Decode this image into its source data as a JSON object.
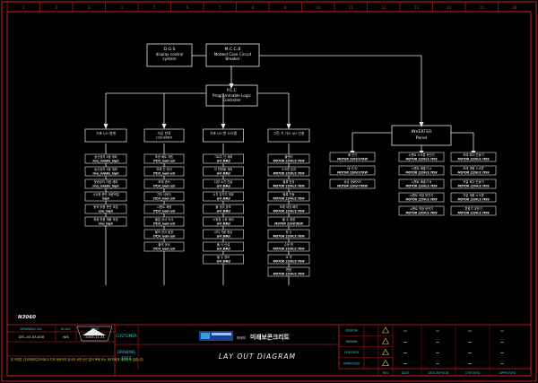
{
  "ruler": {
    "top": [
      "1",
      "2",
      "3",
      "4",
      "5",
      "6",
      "7",
      "8",
      "9",
      "10",
      "11",
      "12",
      "13",
      "14",
      "15",
      "16"
    ]
  },
  "top_boxes": {
    "dgs": [
      "D.G.S",
      "display control",
      "system"
    ],
    "mccb": [
      "M.C.C.B",
      "Molded Case Circuit",
      "Breaker"
    ],
    "plc": [
      "P.L.C",
      "Programmable Logic",
      "Controller"
    ],
    "inverter": [
      "INVERTER",
      "Panel"
    ]
  },
  "columns": [
    {
      "head": [
        "기초 I/O 설계"
      ],
      "items": [
        [
          "송신장치 4점 계획",
          "lmu_middle_high"
        ],
        [
          "송신장치 4점 계획",
          "lmu_middle_high"
        ],
        [
          "운송장치 기점 계획",
          "lmu_middle_high"
        ],
        [
          "시트용 운반 계량조립",
          "high"
        ],
        [
          "동작 부품 운반 조립",
          "lmu_high"
        ],
        [
          "최종 부품 계량 조립",
          "lmu_high"
        ]
      ]
    },
    {
      "head": [
        "가공 반료",
        "(CB-8064"
      ],
      "items": [
        [
          "포장 베트 카톤",
          "ITCH_load cell"
        ],
        [
          "모래 선 센서",
          "ITCH_load cell"
        ],
        [
          "모래 센서",
          "ITCH_load cell"
        ],
        [
          "기타 사운드",
          "ITCH_load cell"
        ],
        [
          "시멘트 계량",
          "ITCH_load cell"
        ],
        [
          "물질 센서 이사",
          "ITCH_load cell"
        ],
        [
          "물의 센서 발표",
          "ITCH_load cell"
        ],
        [
          "물의 센서",
          "ITCH_load cell"
        ]
      ]
    },
    {
      "head": [
        "기초 I/O 반 시스템"
      ],
      "items": [
        [
          "그로우 선 계획",
          "장비 종류선"
        ],
        [
          "이 반응물 계획",
          "장비 종류선"
        ],
        [
          "다양 소진 선설",
          "장비 종류선"
        ],
        [
          "시각 감지기 계획",
          "장비 종류선"
        ],
        [
          "물 센서 경보",
          "장비 종류선"
        ],
        [
          "스위칭 수위 제어",
          "장비 종류선"
        ],
        [
          "교차 가동 정상",
          "장비 종류선"
        ],
        [
          "물 사 신설",
          "장비 종류선"
        ],
        [
          "물 주 경보",
          "장비 종류선"
        ]
      ]
    },
    {
      "head": [
        "그린 기 가스 I/O 신설"
      ],
      "items": [
        [
          "블렌더",
          "MOTOR 220V/3.7KW"
        ],
        [
          "스크루 분리",
          "MOTOR 220V/3.7KW"
        ],
        [
          "블록 반공",
          "MOTOR 220V/3.7KW"
        ],
        [
          "블록 진동",
          "MOTOR 220V/3.7KW"
        ],
        [
          "모래 내장 배치",
          "MOTOR 220V/3.7KW"
        ],
        [
          "물 수 제한",
          "MOTOR 220V/5KW"
        ],
        [
          "정 수",
          "MOTOR 220V/3.7KW"
        ],
        [
          "수문 변",
          "MOTOR 220V/3.7KW"
        ],
        [
          "교 의",
          "MOTOR 220V/3.7KW"
        ],
        [
          "변환",
          "MOTOR 220V/3.7KW"
        ]
      ]
    },
    {
      "head": [],
      "items": [
        [
          "배 선기",
          "MOTOR 220V/37KW"
        ],
        [
          "데 이 터",
          "MOTOR 220V/37KW"
        ],
        [
          "공급 컨베이어",
          "MOTOR 220V/75KW"
        ]
      ]
    },
    {
      "head": [],
      "items": [
        [
          "시멘트 스크류 운전기",
          "MOTOR 220V/3.7KW"
        ],
        [
          "시멘트 배출기 A",
          "MOTOR 220V/3.7KW"
        ],
        [
          "시멘트 배출기 B",
          "MOTOR 220V/3.7KW"
        ],
        [
          "시멘트 저장 운전기",
          "MOTOR 220V/3.7KW"
        ],
        [
          "시멘트 저장 운전기",
          "MOTOR 220V/3.7KW"
        ]
      ]
    },
    {
      "head": [],
      "items": [
        [
          "모래 피더 진동기",
          "MOTOR 220V/3.7KW"
        ],
        [
          "모래 계량 스크류",
          "MOTOR 220V/3.7KW"
        ],
        [
          "자갈 피더 진동기",
          "MOTOR 220V/3.7KW"
        ],
        [
          "자갈 계량 스크류",
          "MOTOR 220V/3.7KW"
        ],
        [
          "혼합기 교반기",
          "MOTOR 220V/3.7KW"
        ]
      ]
    }
  ],
  "title_block": {
    "scale_tag": "N3060",
    "labels": {
      "drawing_no": "DRAWING NO.",
      "scale": "SCALE",
      "date": "DATE"
    },
    "values": {
      "drawing_no": "DTL-03-03-000",
      "scale": "N/S",
      "date": "2005.11.31"
    },
    "customer_label": "CUSTOMER",
    "drawing_title_label": [
      "DRAWING",
      "TITLE"
    ],
    "company_small": "미래보",
    "company": "미래보콘크리트",
    "drawing_title": "LAY OUT DIAGRAM",
    "check_rows": [
      "DESIGN",
      "DRAWN",
      "CHECKED",
      "APPROVED"
    ],
    "rev_cols": [
      "REV",
      "DATE",
      "DESCRIPTION",
      "CHECKED",
      "APPROVED"
    ],
    "note": "본 도면은 (주)미래보콘크리트의 지적 재산이며 당사의 서면 승인 없이 복제 또는 제3자에게 제공할 수 없습니다."
  }
}
